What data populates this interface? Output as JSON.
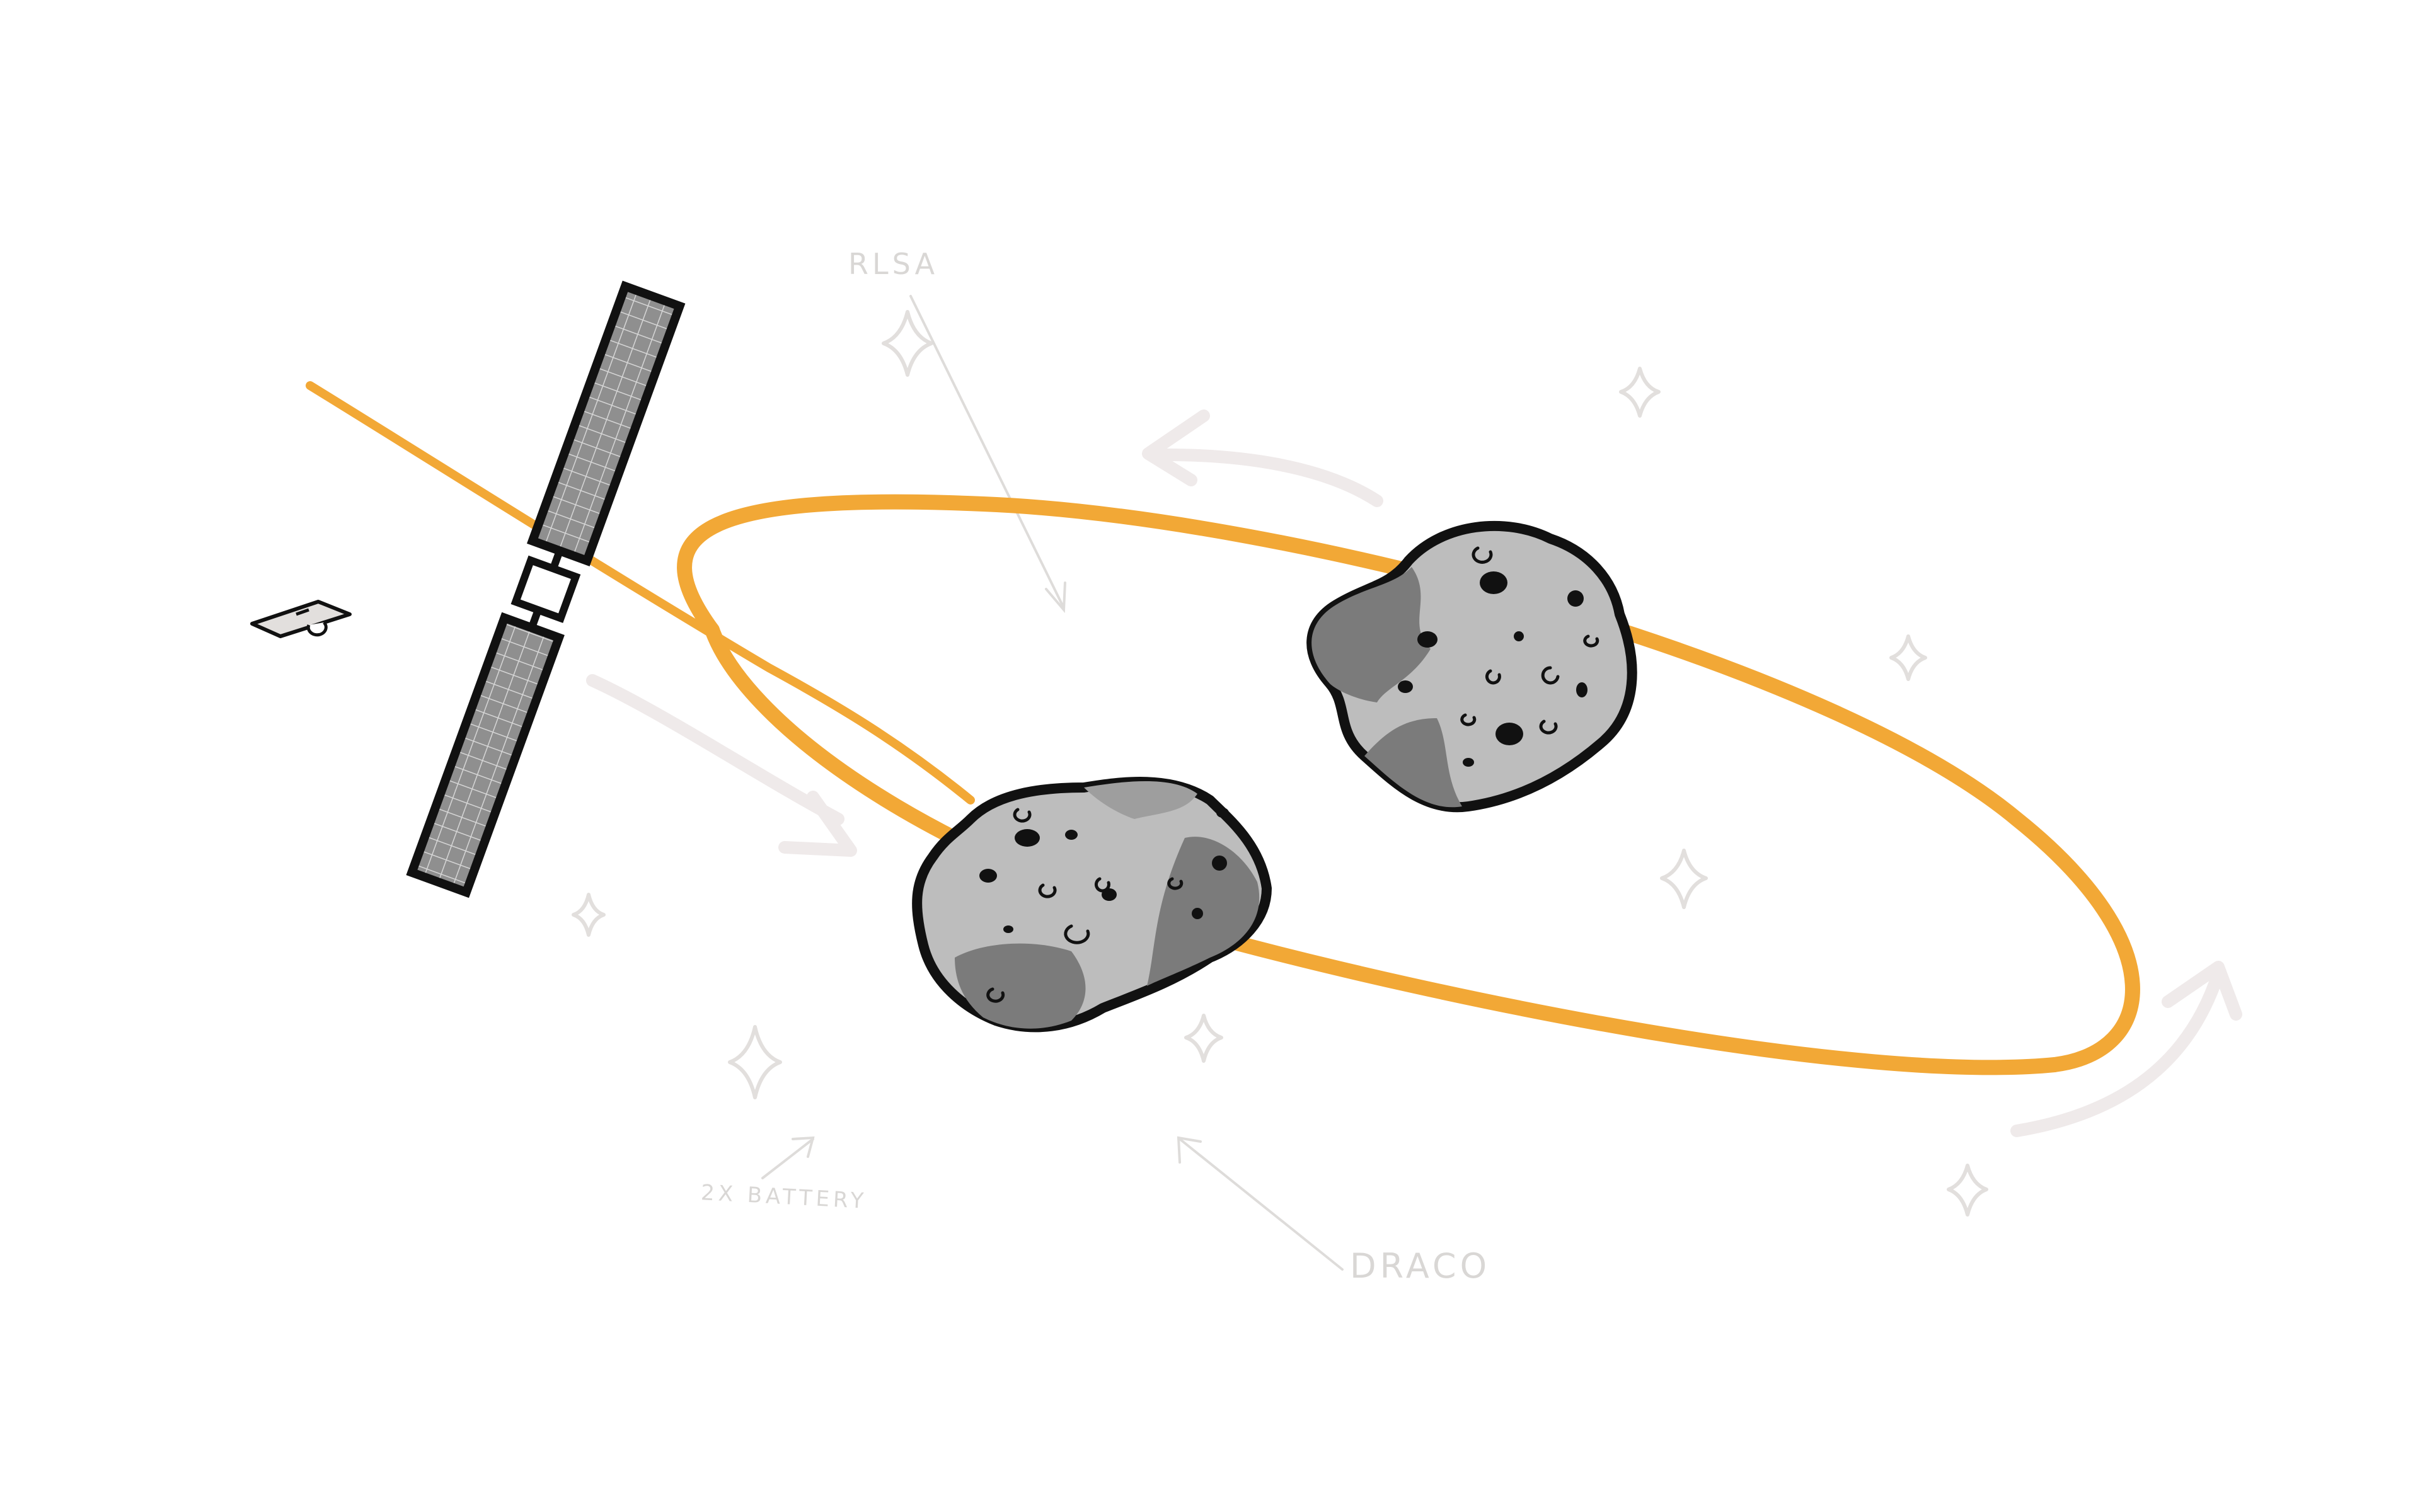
{
  "labels": {
    "rlsa": "RLSA",
    "battery": "2X BATTERY",
    "draco": "DRACO"
  },
  "colors": {
    "orbit": "#f2a836",
    "rock_light": "#bdbdbd",
    "rock_dark": "#7b7b7b",
    "panel_fill": "#8f8f8f",
    "panel_grid": "#d6d6d6",
    "outline": "#111111",
    "hint": "#efeaea",
    "sparkle": "#e2dfdd",
    "leader": "#dedcda"
  },
  "icons": [
    "spacecraft-icon",
    "solar-array-icon",
    "asteroid-icon",
    "sparkle-icon",
    "motion-arrow-icon",
    "small-spacecraft-icon"
  ]
}
